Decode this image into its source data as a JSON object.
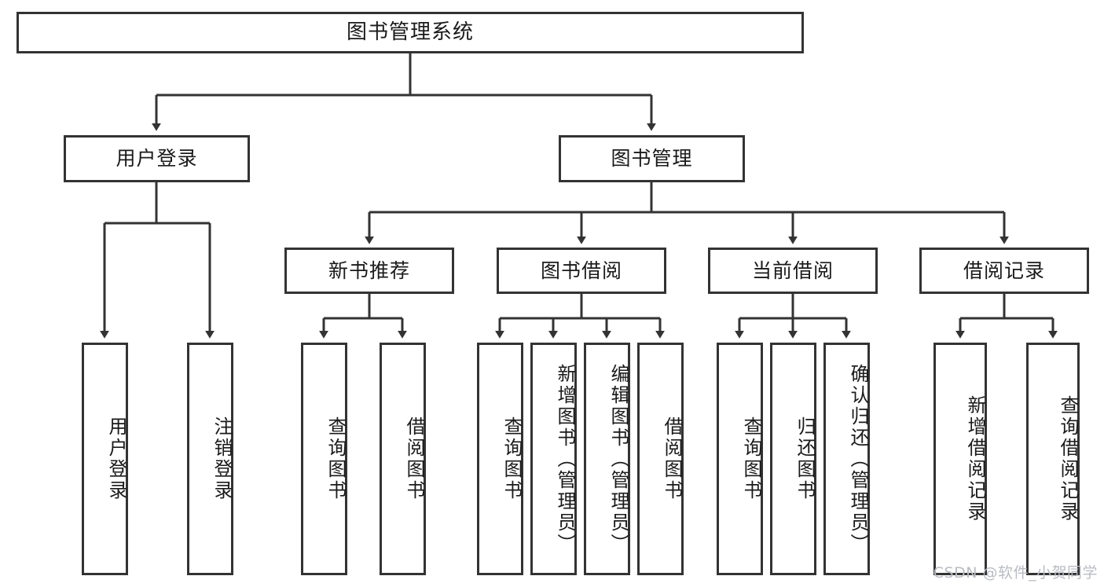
{
  "diagram": {
    "title": "图书管理系统",
    "type": "tree-hierarchy",
    "root": {
      "label": "图书管理系统"
    },
    "level2": [
      {
        "label": "用户登录"
      },
      {
        "label": "图书管理"
      }
    ],
    "level3": [
      {
        "label": "新书推荐"
      },
      {
        "label": "图书借阅"
      },
      {
        "label": "当前借阅"
      },
      {
        "label": "借阅记录"
      }
    ],
    "leaves": {
      "user_login": [
        {
          "label": "用户登录"
        },
        {
          "label": "注销登录"
        }
      ],
      "new_book_recommend": [
        {
          "label": "查询图书"
        },
        {
          "label": "借阅图书"
        }
      ],
      "book_borrow": [
        {
          "label": "查询图书"
        },
        {
          "label": "新增图书（管理员）"
        },
        {
          "label": "编辑图书（管理员）"
        },
        {
          "label": "借阅图书"
        }
      ],
      "current_borrow": [
        {
          "label": "查询图书"
        },
        {
          "label": "归还图书"
        },
        {
          "label": "确认归还（管理员）"
        }
      ],
      "borrow_record": [
        {
          "label": "新增借阅记录"
        },
        {
          "label": "查询借阅记录"
        }
      ]
    }
  },
  "watermark": {
    "text": "CSDN @软件_小贺同学"
  },
  "colors": {
    "stroke": "#333333",
    "background": "#ffffff",
    "text": "#1a1a1a",
    "watermark": "#b9bcc2"
  }
}
